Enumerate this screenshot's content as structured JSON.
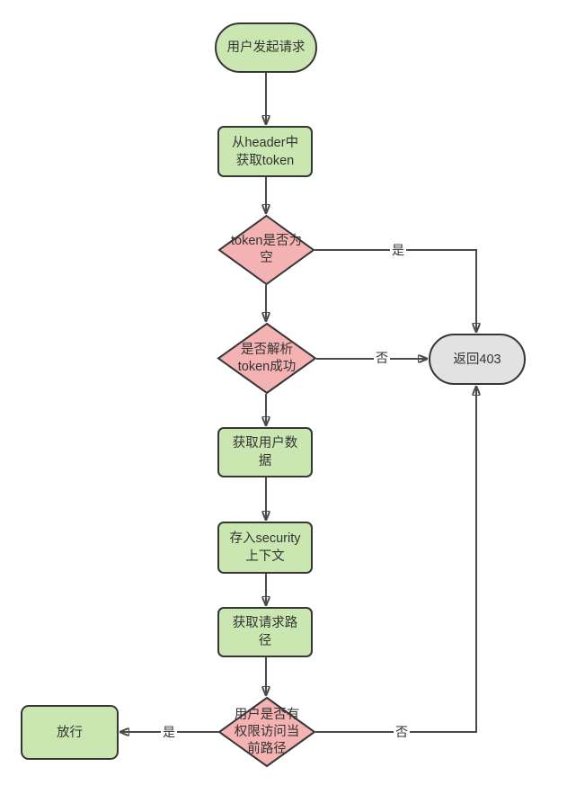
{
  "diagram": {
    "type": "flowchart",
    "language": "zh-CN",
    "colors": {
      "process_fill": "#cbe7b1",
      "decision_fill": "#f4b2b2",
      "terminal_fill": "#e2e2e2",
      "stroke": "#363636",
      "line": "#4a4a4a",
      "arrow": "#2e2e2e",
      "text": "#333333"
    },
    "nodes": {
      "start": {
        "type": "terminal-pill",
        "label": "用户发起请求"
      },
      "get_token": {
        "type": "process",
        "label": "从header中\n获取token"
      },
      "token_empty": {
        "type": "decision",
        "label": "token是否为\n空"
      },
      "parse_token": {
        "type": "decision",
        "label": "是否解析\ntoken成功"
      },
      "return_403": {
        "type": "terminal-pill",
        "label": "返回403"
      },
      "get_user_data": {
        "type": "process",
        "label": "获取用户数\n据"
      },
      "store_security": {
        "type": "process",
        "label": "存入security\n上下文"
      },
      "get_path": {
        "type": "process",
        "label": "获取请求路\n径"
      },
      "check_permission": {
        "type": "decision",
        "label": "用户是否有\n权限访问当\n前路径"
      },
      "pass": {
        "type": "process",
        "label": "放行"
      }
    },
    "edges": [
      {
        "from": "start",
        "to": "get_token"
      },
      {
        "from": "get_token",
        "to": "token_empty"
      },
      {
        "from": "token_empty",
        "to": "return_403",
        "label": "是"
      },
      {
        "from": "token_empty",
        "to": "parse_token"
      },
      {
        "from": "parse_token",
        "to": "return_403",
        "label": "否"
      },
      {
        "from": "parse_token",
        "to": "get_user_data"
      },
      {
        "from": "get_user_data",
        "to": "store_security"
      },
      {
        "from": "store_security",
        "to": "get_path"
      },
      {
        "from": "get_path",
        "to": "check_permission"
      },
      {
        "from": "check_permission",
        "to": "pass",
        "label": "是"
      },
      {
        "from": "check_permission",
        "to": "return_403",
        "label": "否"
      }
    ],
    "edge_labels": {
      "token_empty_yes": "是",
      "parse_token_no": "否",
      "permission_yes": "是",
      "permission_no": "否"
    }
  }
}
